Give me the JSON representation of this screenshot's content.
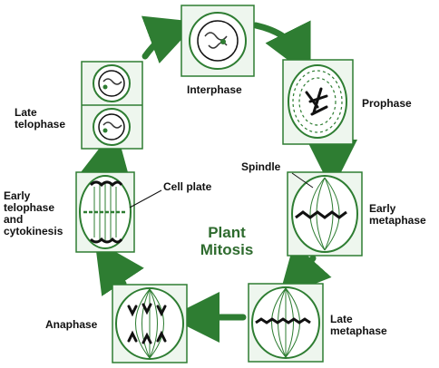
{
  "title": "Plant\nMitosis",
  "colors": {
    "green": "#2e7d32",
    "box_fill": "#eef6ee",
    "cell_fill": "#ffffff",
    "chromosome": "#111111",
    "title": "#2e6b2e"
  },
  "stages": [
    {
      "id": "interphase",
      "label": "Interphase"
    },
    {
      "id": "prophase",
      "label": "Prophase"
    },
    {
      "id": "early-metaphase",
      "label": "Early\nmetaphase"
    },
    {
      "id": "late-metaphase",
      "label": "Late\nmetaphase"
    },
    {
      "id": "anaphase",
      "label": "Anaphase"
    },
    {
      "id": "early-telophase",
      "label": "Early\ntelophase\nand\ncytokinesis"
    },
    {
      "id": "late-telophase",
      "label": "Late\ntelophase"
    }
  ],
  "annotations": {
    "spindle": "Spindle",
    "cell_plate": "Cell plate"
  }
}
